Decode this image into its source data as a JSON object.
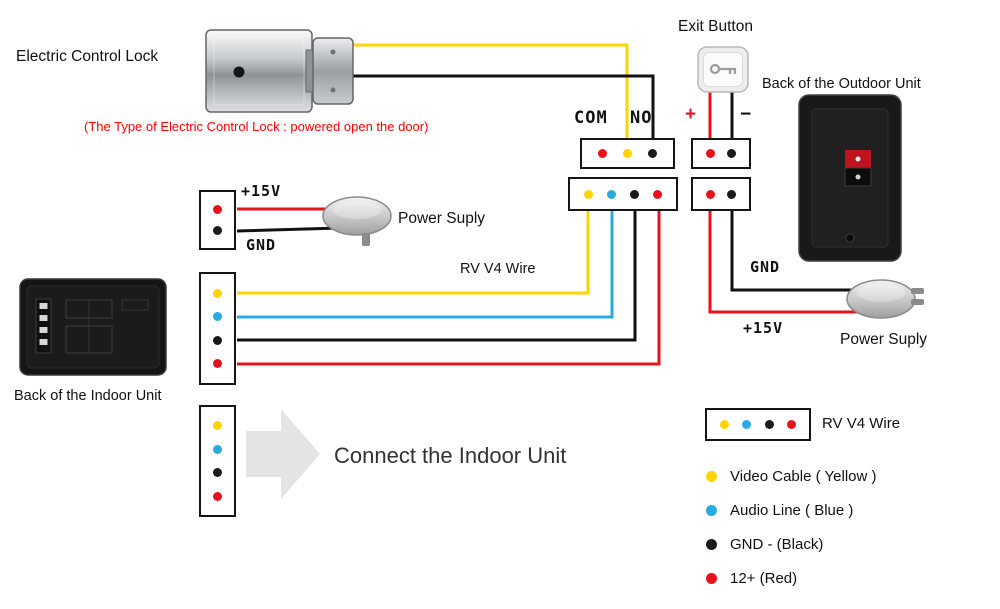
{
  "colors": {
    "yellow": "#FFD400",
    "blue": "#29ABE2",
    "black": "#1A1A1A",
    "red": "#E8121C",
    "note_red": "#FF0000",
    "arrow_gray": "#E4E4E4"
  },
  "labels": {
    "electric_control_lock": "Electric Control Lock",
    "lock_note": "(The Type of Electric Control Lock : powered open the door)",
    "exit_button": "Exit Button",
    "outdoor_unit": "Back of the Outdoor Unit",
    "com": "COM",
    "no": "NO",
    "plus": "+",
    "minus": "−",
    "plus15v": "+15V",
    "gnd": "GND",
    "power_supply": "Power Suply",
    "rv_v4_wire": "RV V4 Wire",
    "indoor_unit": "Back of the Indoor Unit",
    "connect_indoor": "Connect the Indoor Unit"
  },
  "legend": {
    "connector_label": "RV V4 Wire",
    "items": [
      {
        "color": "#FFD400",
        "label": "Video Cable ( Yellow )"
      },
      {
        "color": "#29ABE2",
        "label": "Audio Line ( Blue )"
      },
      {
        "color": "#1A1A1A",
        "label": "GND - (Black)"
      },
      {
        "color": "#E8121C",
        "label": "12+ (Red)"
      }
    ]
  },
  "wires": [
    {
      "color": "yellow",
      "from": "electric-control-lock",
      "to": "lock-terminal-block"
    },
    {
      "color": "black",
      "from": "electric-control-lock",
      "to": "lock-terminal-block"
    },
    {
      "color": "red",
      "from": "exit-button",
      "to": "exit-terminal-block"
    },
    {
      "color": "black",
      "from": "exit-button",
      "to": "exit-terminal-block"
    },
    {
      "color": "yellow",
      "from": "rv-wire-connector",
      "to": "indoor-unit-connector"
    },
    {
      "color": "blue",
      "from": "rv-wire-connector",
      "to": "indoor-unit-connector"
    },
    {
      "color": "black",
      "from": "rv-wire-connector",
      "to": "indoor-unit-connector"
    },
    {
      "color": "red",
      "from": "rv-wire-connector",
      "to": "indoor-unit-connector"
    },
    {
      "color": "red",
      "from": "indoor-power-connector",
      "to": "power-supply-left"
    },
    {
      "color": "black",
      "from": "indoor-power-connector",
      "to": "power-supply-left"
    },
    {
      "color": "black",
      "from": "outdoor-power-connector",
      "to": "power-supply-right"
    },
    {
      "color": "red",
      "from": "outdoor-power-connector",
      "to": "power-supply-right"
    }
  ]
}
